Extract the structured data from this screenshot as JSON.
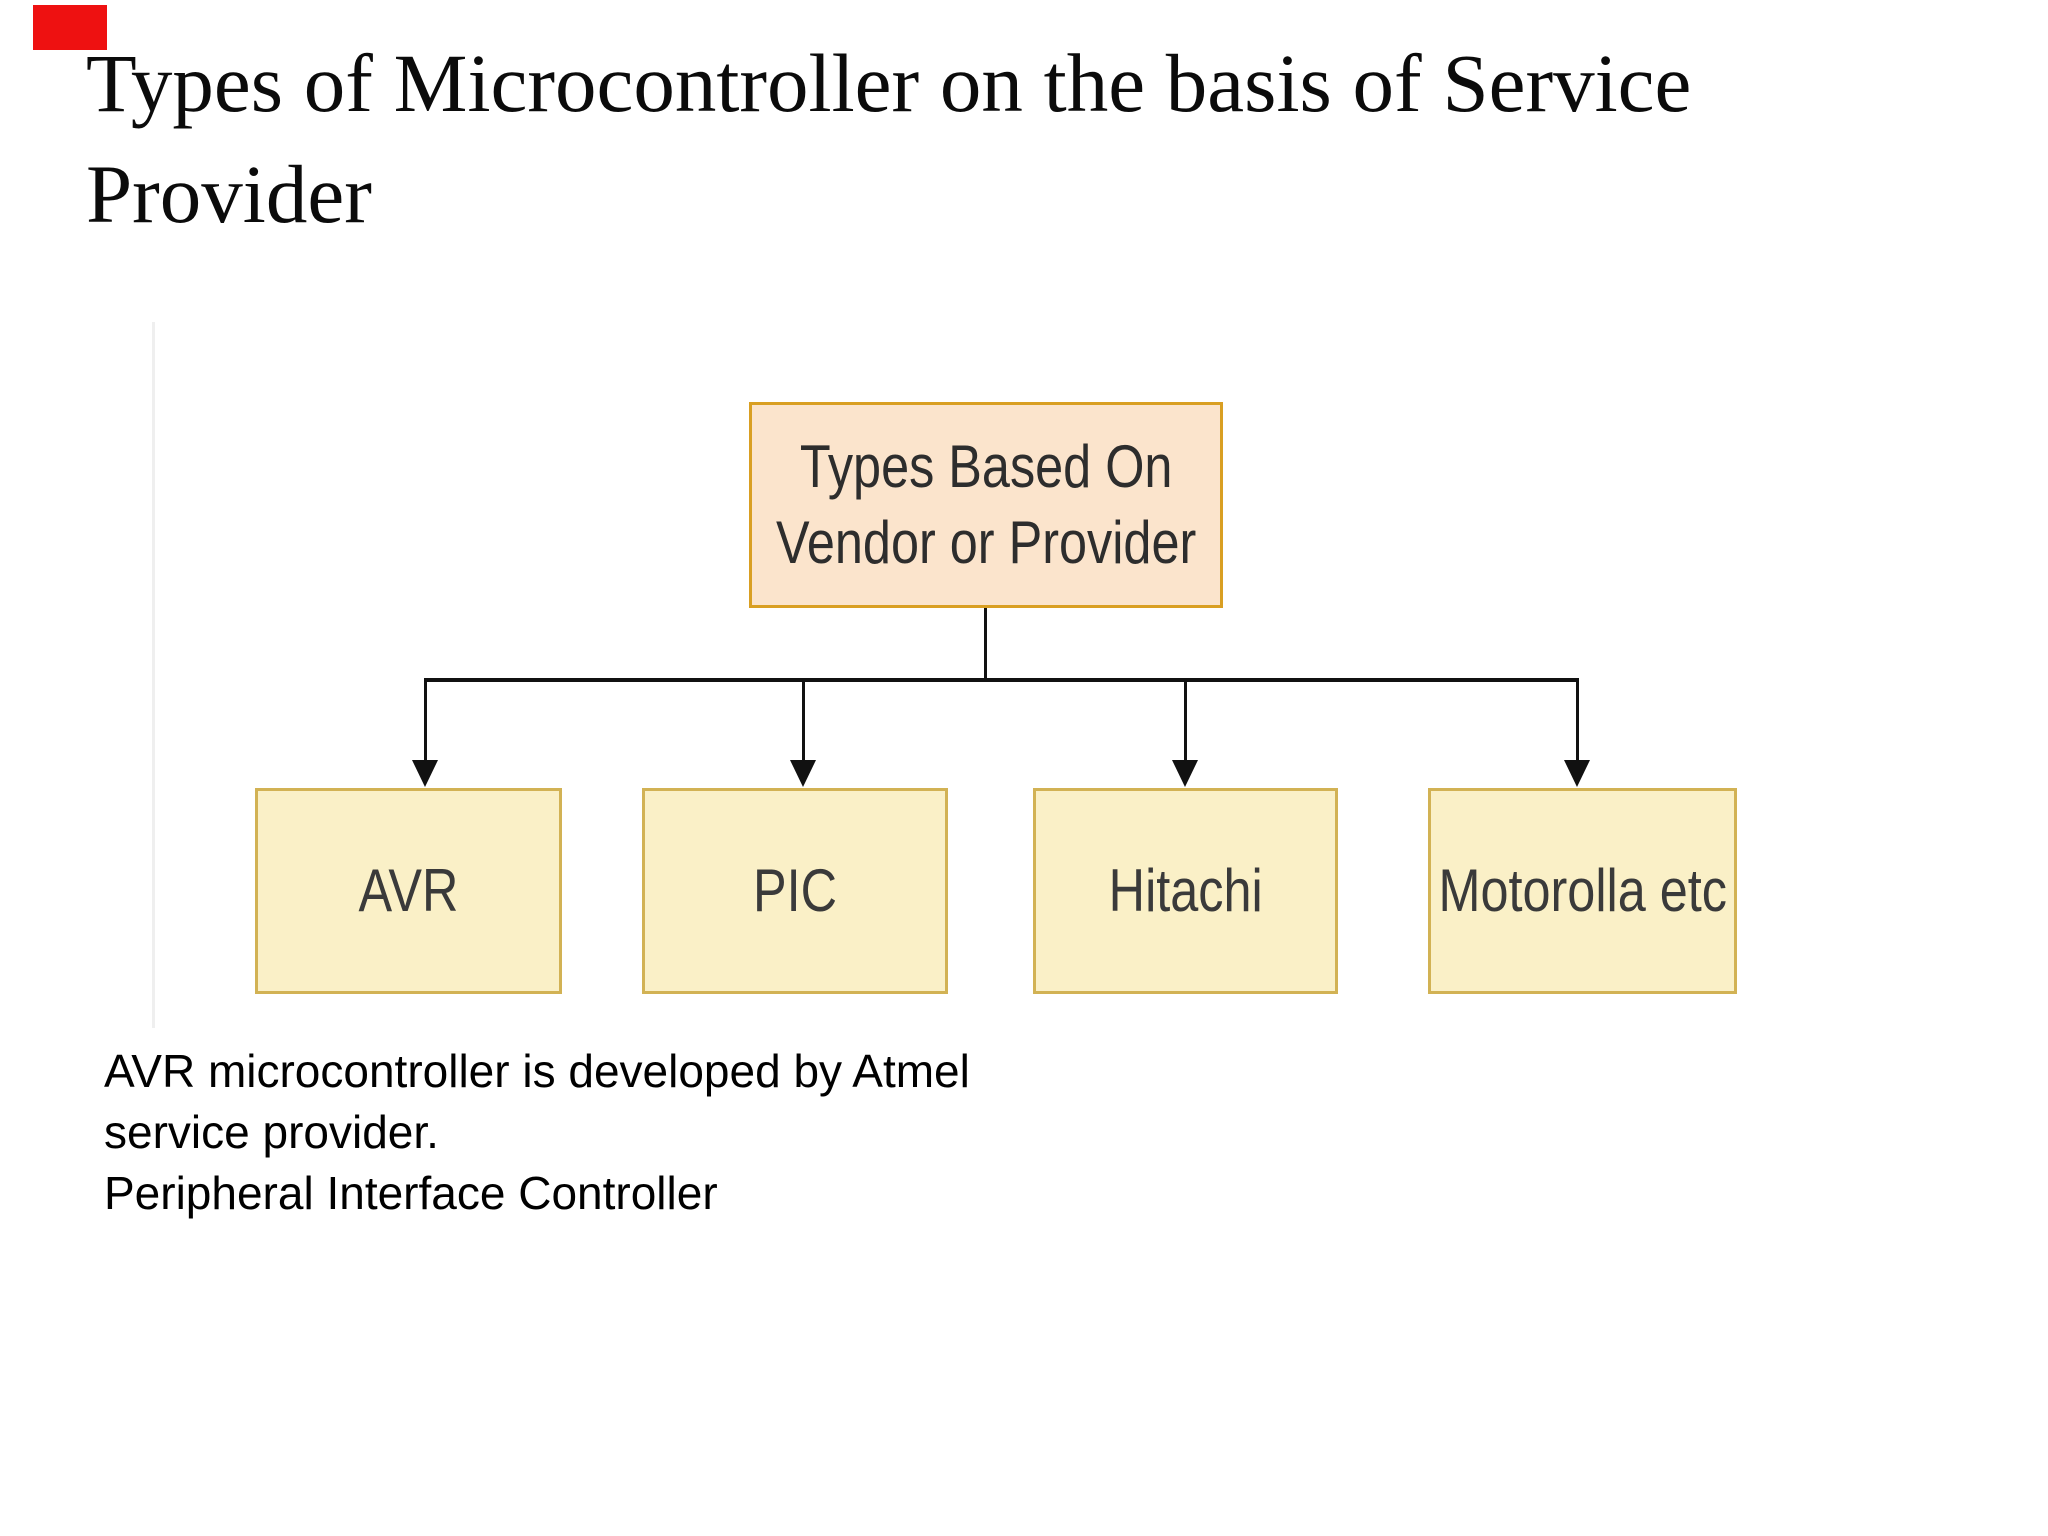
{
  "slide": {
    "title": {
      "line1": "Types of Microcontroller on the basis of Service",
      "line2": "Provider",
      "color": "#0b0b0b"
    },
    "corner_mark": {
      "color": "#ee1111"
    },
    "notes": {
      "line1": "AVR microcontroller is developed by Atmel",
      "line2": "service provider.",
      "line3": "Peripheral Interface Controller",
      "color": "#000000"
    }
  },
  "diagram": {
    "root": {
      "label_line1": "Types Based On",
      "label_line2": "Vendor or Provider",
      "fill": "#fbe4cc",
      "border": "#d99f22",
      "text_color": "#2d2d2d"
    },
    "children": [
      {
        "label": "AVR"
      },
      {
        "label": "PIC"
      },
      {
        "label": "Hitachi"
      },
      {
        "label": "Motorolla etc"
      }
    ],
    "child_style": {
      "fill": "#faf0c7",
      "border": "#d2b254",
      "text_color": "#3a3a3a"
    },
    "connector": {
      "color": "#111111"
    }
  }
}
